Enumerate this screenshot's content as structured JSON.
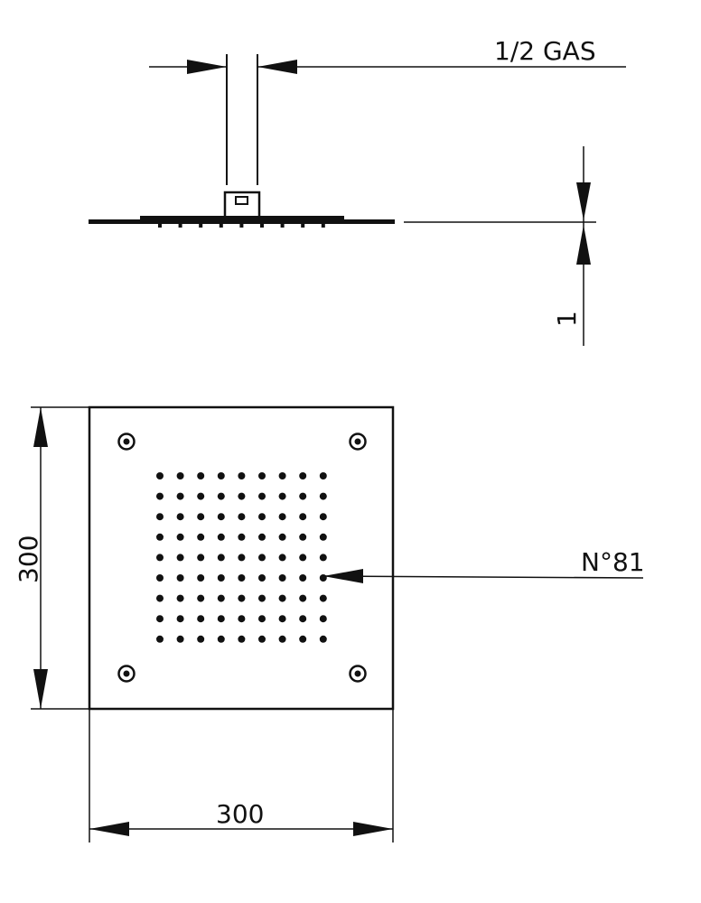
{
  "drawing": {
    "pipe_thread_label": "1/2 GAS",
    "thickness_label": "1",
    "height_label": "300",
    "width_label": "300",
    "nozzle_count_label": "N°81",
    "nozzle_grid": {
      "rows": 9,
      "cols": 9
    },
    "line_color": "#111111",
    "background": "#ffffff"
  }
}
